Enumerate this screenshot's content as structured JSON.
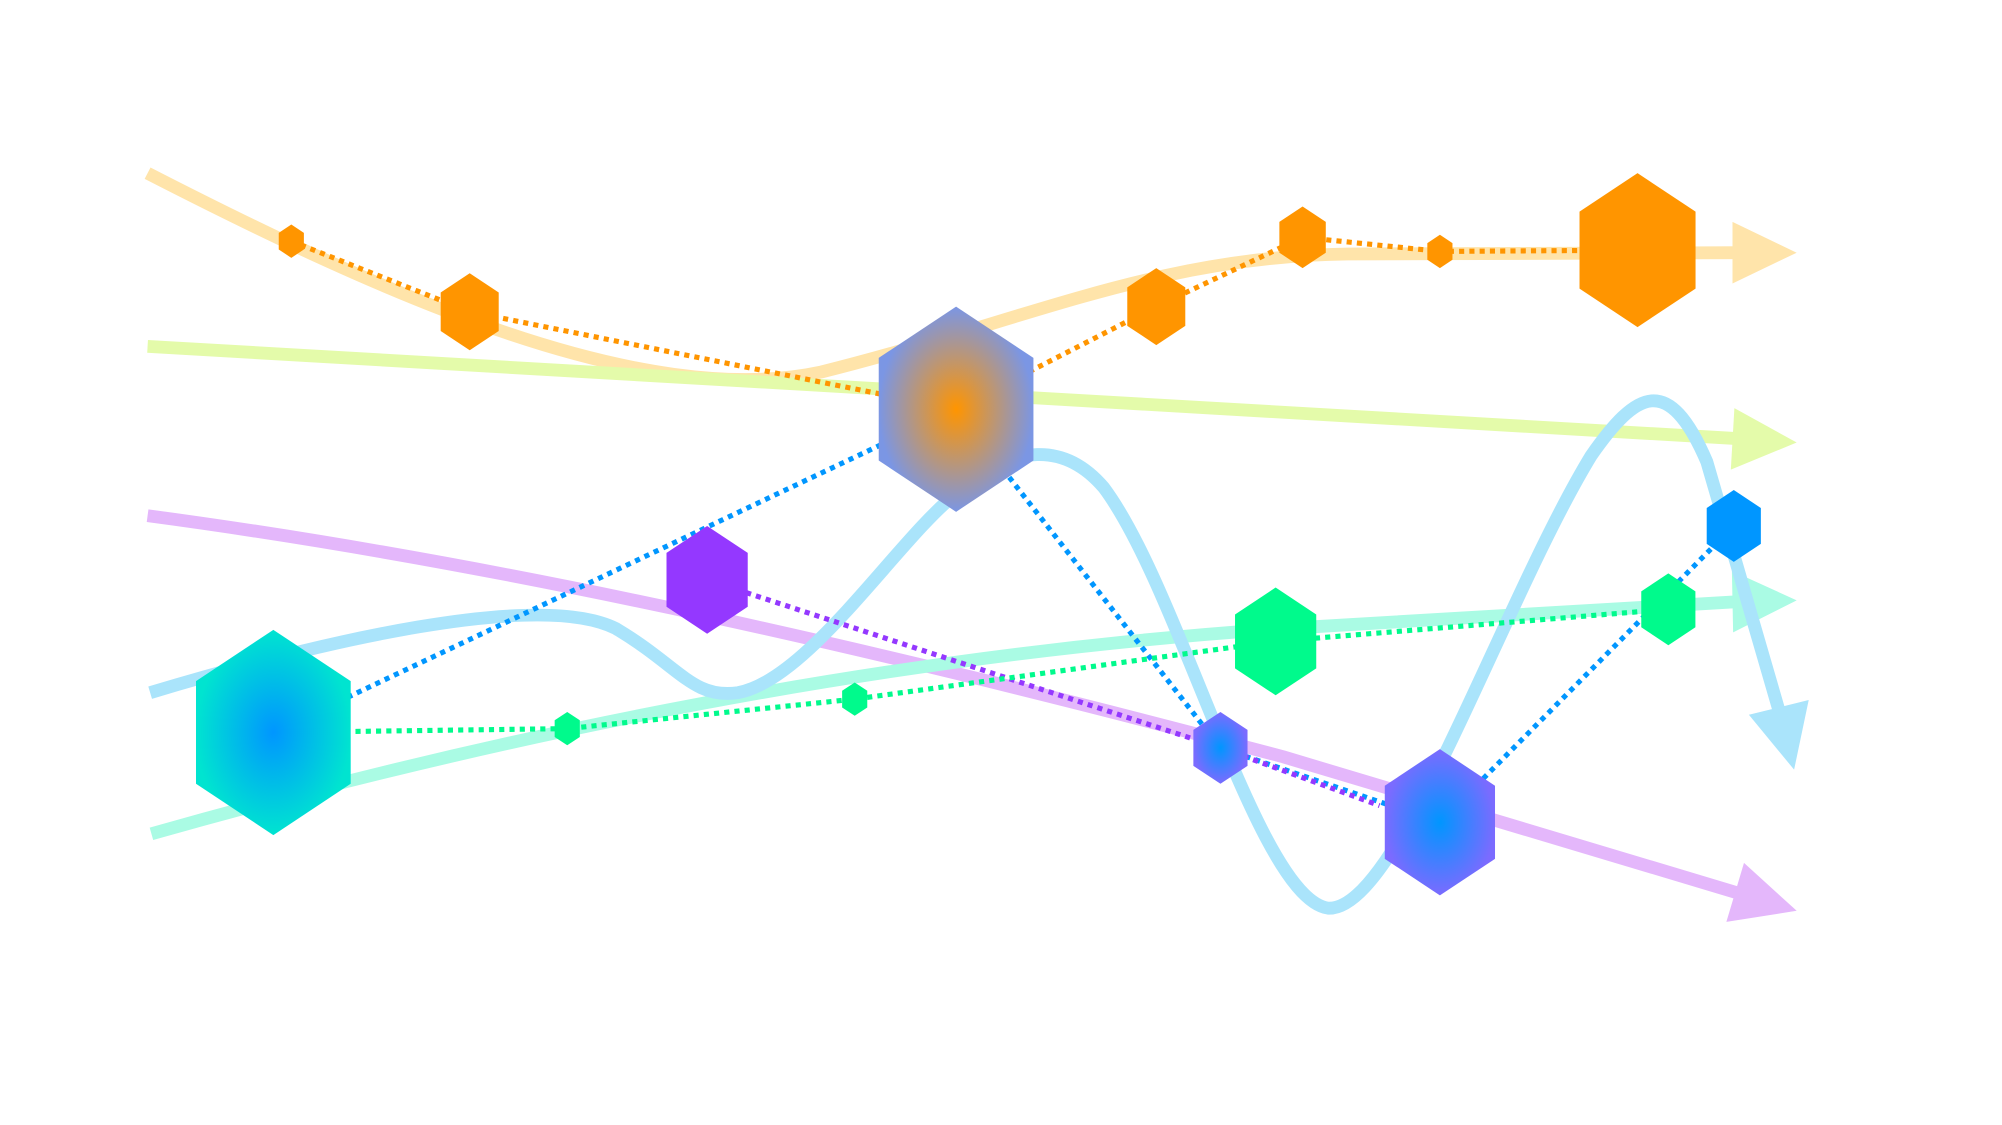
{
  "diagram": {
    "title_visible": false,
    "colors": {
      "orange": "#FF9500",
      "orange_light": "#FFE4AA",
      "lime_light": "#E4FBAA",
      "purple": "#9438FF",
      "purple_light": "#E4B7FB",
      "teal_light": "#AAFBE4",
      "green": "#00FA8C",
      "blue": "#0096FF",
      "blue_light": "#AAE4FB",
      "indigo": "#7B6BFF",
      "cyan": "#00E4D0"
    },
    "series": [
      {
        "name": "orange",
        "marker": "hexagon-icon"
      },
      {
        "name": "blue",
        "marker": "hexagon-icon"
      },
      {
        "name": "purple",
        "marker": "hexagon-icon"
      },
      {
        "name": "green",
        "marker": "hexagon-icon"
      }
    ]
  }
}
